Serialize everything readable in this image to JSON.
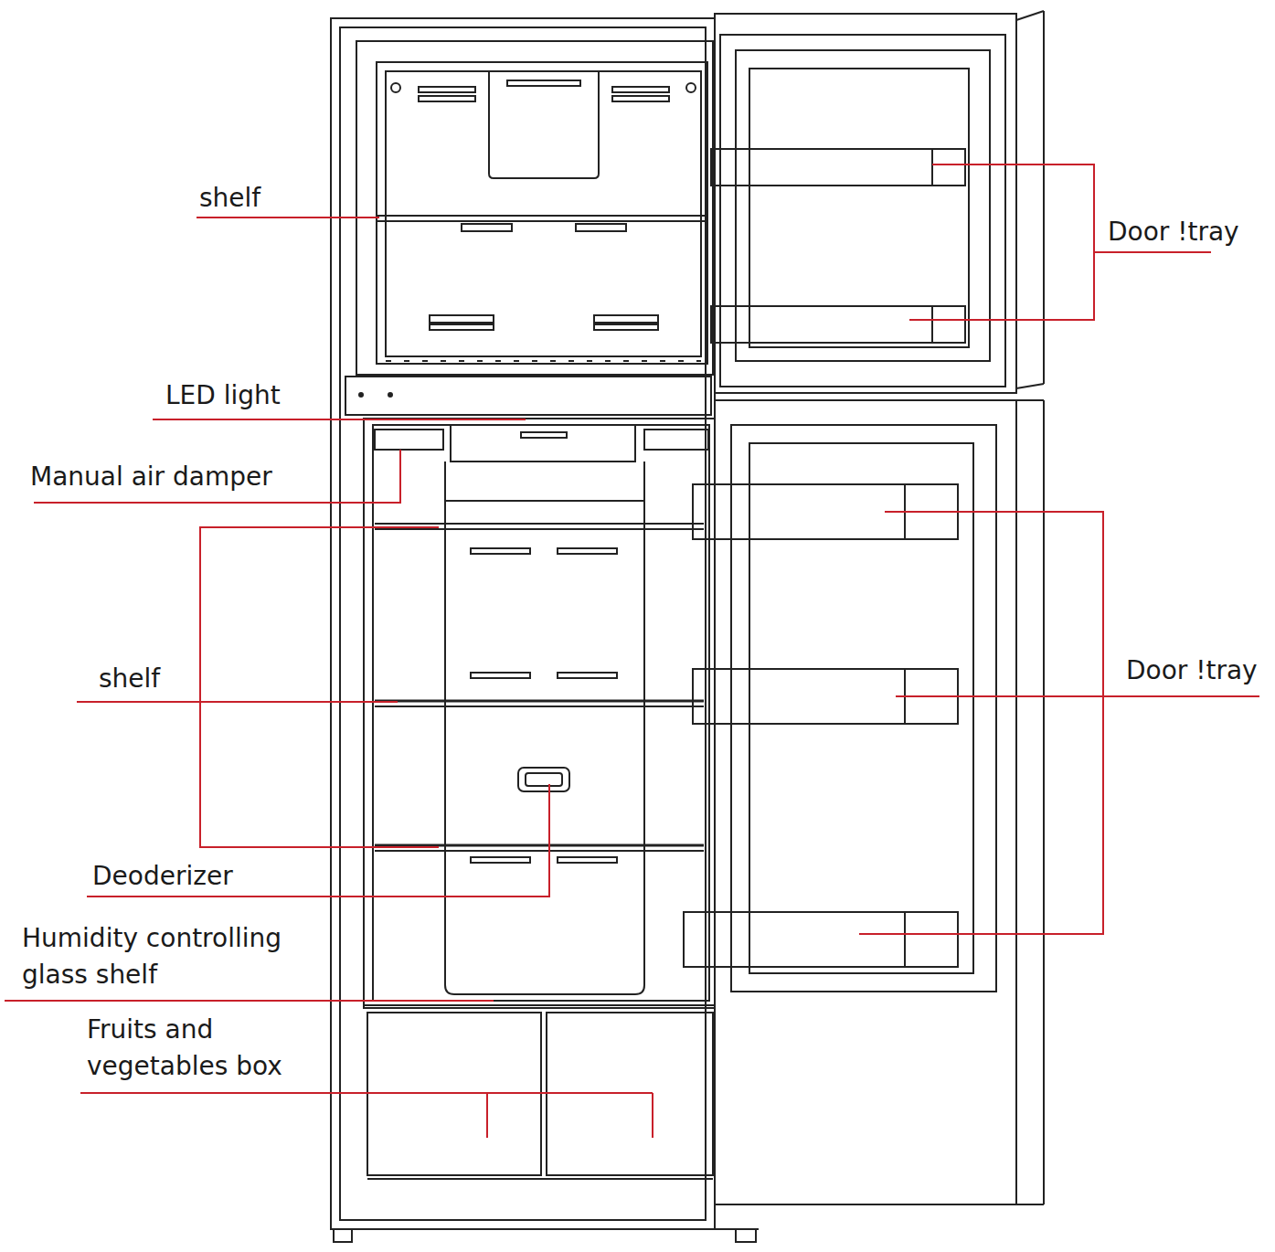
{
  "diagram": {
    "labels": [
      "shelf",
      "Door !tray",
      "LED light",
      "Manual air damper",
      "shelf",
      "Door !tray",
      "Deoderizer",
      "Humidity controlling glass shelf",
      "Fruits and vegetables box"
    ]
  }
}
